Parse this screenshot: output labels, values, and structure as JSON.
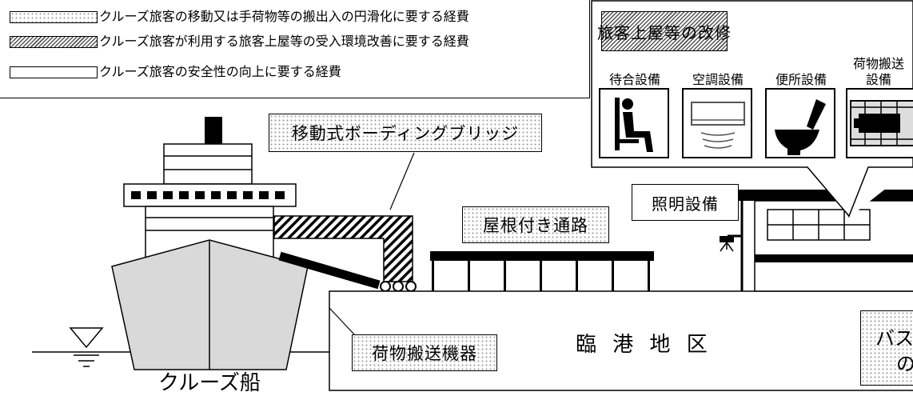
{
  "legend": {
    "items": [
      {
        "pattern": "dotted",
        "text": "クルーズ旅客の移動又は手荷物等の搬出入の円滑化に要する経費"
      },
      {
        "pattern": "hatched",
        "text": "クルーズ旅客が利用する旅客上屋等の受入環境改善に要する経費"
      },
      {
        "pattern": "plain",
        "text": "クルーズ旅客の安全性の向上に要する経費"
      }
    ]
  },
  "renovation": {
    "title": "旅客上屋等の改修",
    "items": [
      {
        "label": "待合設備",
        "icon": "seated-person-icon"
      },
      {
        "label": "空調設備",
        "icon": "air-conditioner-icon"
      },
      {
        "label": "便所設備",
        "icon": "toilet-icon"
      },
      {
        "label_line1": "荷物搬送",
        "label_line2": "設備",
        "icon": "baggage-conveyor-icon"
      }
    ]
  },
  "labels": {
    "boarding_bridge": "移動式ボーディングブリッジ",
    "covered_walkway": "屋根付き通路",
    "lighting": "照明設備",
    "baggage_equipment": "荷物搬送機器",
    "port_area": "臨 港 地 区",
    "ship": "クルーズ船",
    "bus_partial_line1": "バス",
    "bus_partial_line2": "の"
  },
  "colors": {
    "line": "#000000",
    "hull": "#d9d9d9",
    "background": "#ffffff"
  }
}
